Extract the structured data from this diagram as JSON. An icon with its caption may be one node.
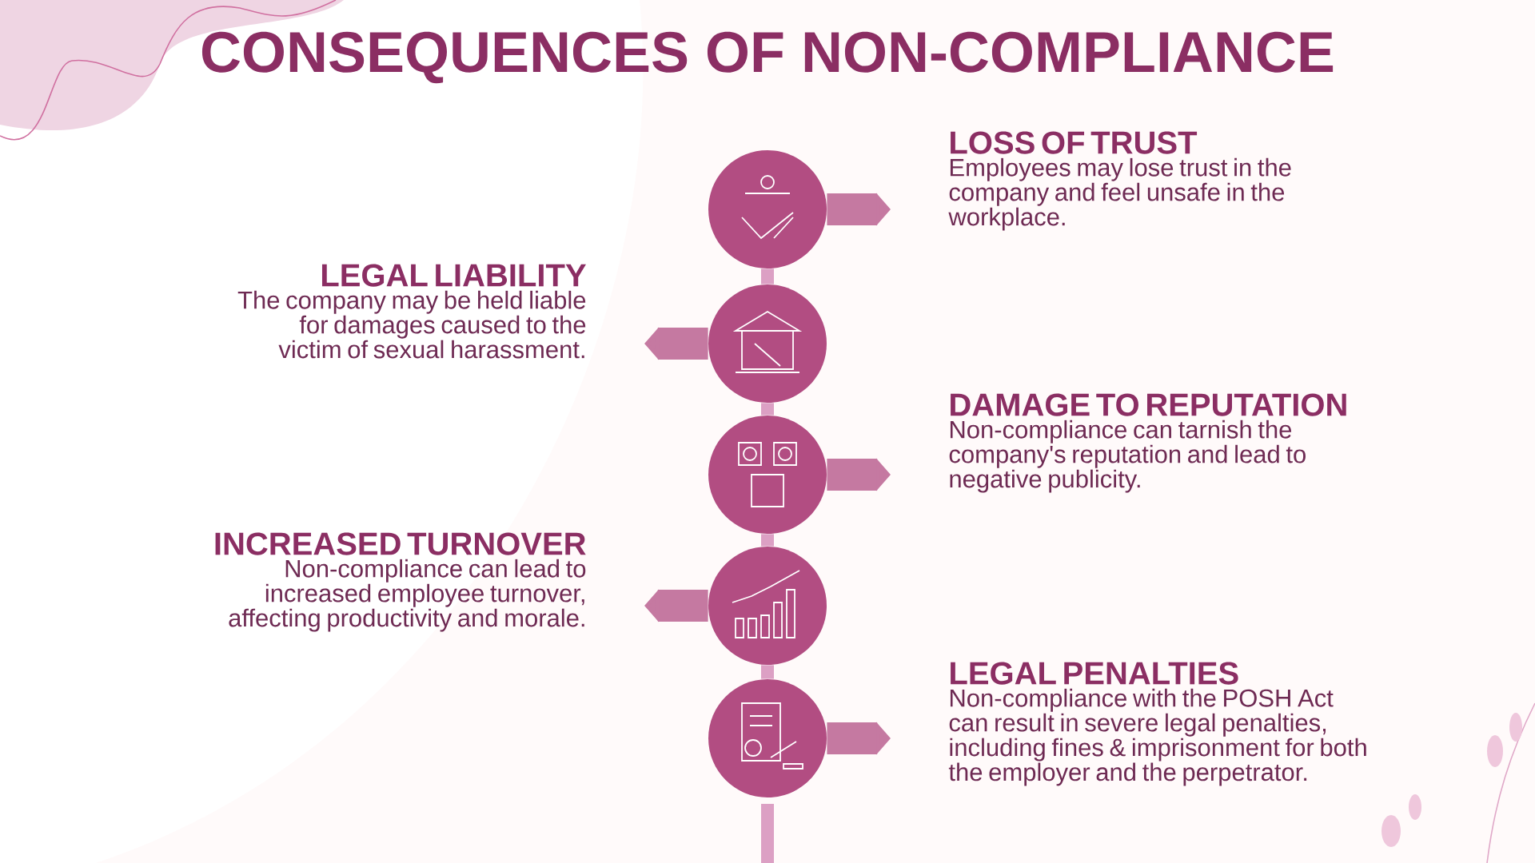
{
  "diagram": {
    "title": "CONSEQUENCES OF NON-COMPLIANCE",
    "nodes": [
      {
        "text": [],
        "shape": "circle"
      },
      {
        "text": [],
        "shape": "circle"
      },
      {
        "text": [],
        "shape": "circle"
      },
      {
        "text": [],
        "shape": "circle"
      },
      {
        "text": [],
        "shape": "circle"
      },
      {
        "text": [
          "LOSS OF TRUST",
          "Employees may lose trust in the company and feel unsafe in the workplace."
        ]
      },
      {
        "text": [
          "LEGAL LIABILITY",
          "The company may be held liable for damages caused to the victim of sexual harassment."
        ]
      },
      {
        "text": [
          "DAMAGE TO REPUTATION",
          "Non-compliance can tarnish the company's reputation and lead to negative publicity."
        ]
      },
      {
        "text": [
          "INCREASED TURNOVER",
          "Non-compliance can lead to increased employee turnover, affecting productivity and morale."
        ]
      },
      {
        "text": [
          "LEGAL PENALTIES",
          "Non-compliance with the POSH Act can result in severe legal penalties, including fines & imprisonment for both the employer and the perpetrator."
        ]
      }
    ],
    "edges": [
      {
        "from": 0,
        "to": 1,
        "arrow": "none",
        "color": "#dca0c4"
      },
      {
        "from": 1,
        "to": 2,
        "arrow": "none",
        "color": "#dca0c4"
      },
      {
        "from": 2,
        "to": 3,
        "arrow": "none",
        "color": "#dca0c4"
      },
      {
        "from": 3,
        "to": 4,
        "arrow": "none",
        "color": "#dca0c4"
      },
      {
        "from": 0,
        "to": 5,
        "arrow": "to"
      },
      {
        "from": 1,
        "to": 6,
        "arrow": "to"
      },
      {
        "from": 2,
        "to": 7,
        "arrow": "to"
      },
      {
        "from": 3,
        "to": 8,
        "arrow": "to"
      },
      {
        "from": 4,
        "to": 9,
        "arrow": "to"
      }
    ]
  }
}
